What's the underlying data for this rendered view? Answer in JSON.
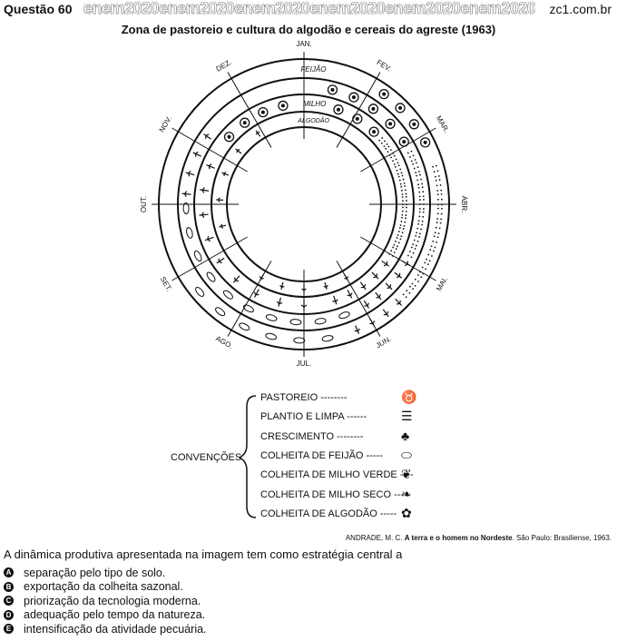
{
  "header": {
    "question": "Questão 60",
    "banner": "enem2020enem2020enem2020enem2020enem2020enem2020",
    "site": "zc1.com.br"
  },
  "title": "Zona de pastoreio e cultura do algodão e cereais do agreste (1963)",
  "wheel": {
    "months": [
      "JAN.",
      "FEV.",
      "MAR.",
      "ABR.",
      "MAI.",
      "JUN.",
      "JUL.",
      "AGO.",
      "SET.",
      "OUT.",
      "NOV.",
      "DEZ."
    ],
    "rings": [
      "FEIJÃO",
      "MILHO",
      "ALGODÃO"
    ]
  },
  "legend": {
    "title": "CONVENÇÕES",
    "items": [
      {
        "label": "PASTOREIO",
        "icon": "cattle-icon"
      },
      {
        "label": "PLANTIO E LIMPA",
        "icon": "planting-icon"
      },
      {
        "label": "CRESCIMENTO",
        "icon": "growth-icon"
      },
      {
        "label": "COLHEITA DE FEIJÃO",
        "icon": "bean-icon"
      },
      {
        "label": "COLHEITA DE MILHO VERDE",
        "icon": "green-corn-icon"
      },
      {
        "label": "COLHEITA DE MILHO SECO",
        "icon": "dry-corn-icon"
      },
      {
        "label": "COLHEITA DE ALGODÃO",
        "icon": "cotton-icon"
      }
    ]
  },
  "source": {
    "author": "ANDRADE, M. C.",
    "book": "A terra e o homem no Nordeste",
    "rest": ". São Paulo: Brasiliense, 1963."
  },
  "question": {
    "stem": "A dinâmica produtiva apresentada na imagem tem como estratégia central a",
    "options": [
      {
        "letter": "A",
        "text": "separação pelo tipo de solo."
      },
      {
        "letter": "B",
        "text": "exportação da colheita sazonal."
      },
      {
        "letter": "C",
        "text": "priorização da tecnologia moderna."
      },
      {
        "letter": "D",
        "text": "adequação pelo tempo da natureza."
      },
      {
        "letter": "E",
        "text": "intensificação da atividade pecuária."
      }
    ]
  }
}
